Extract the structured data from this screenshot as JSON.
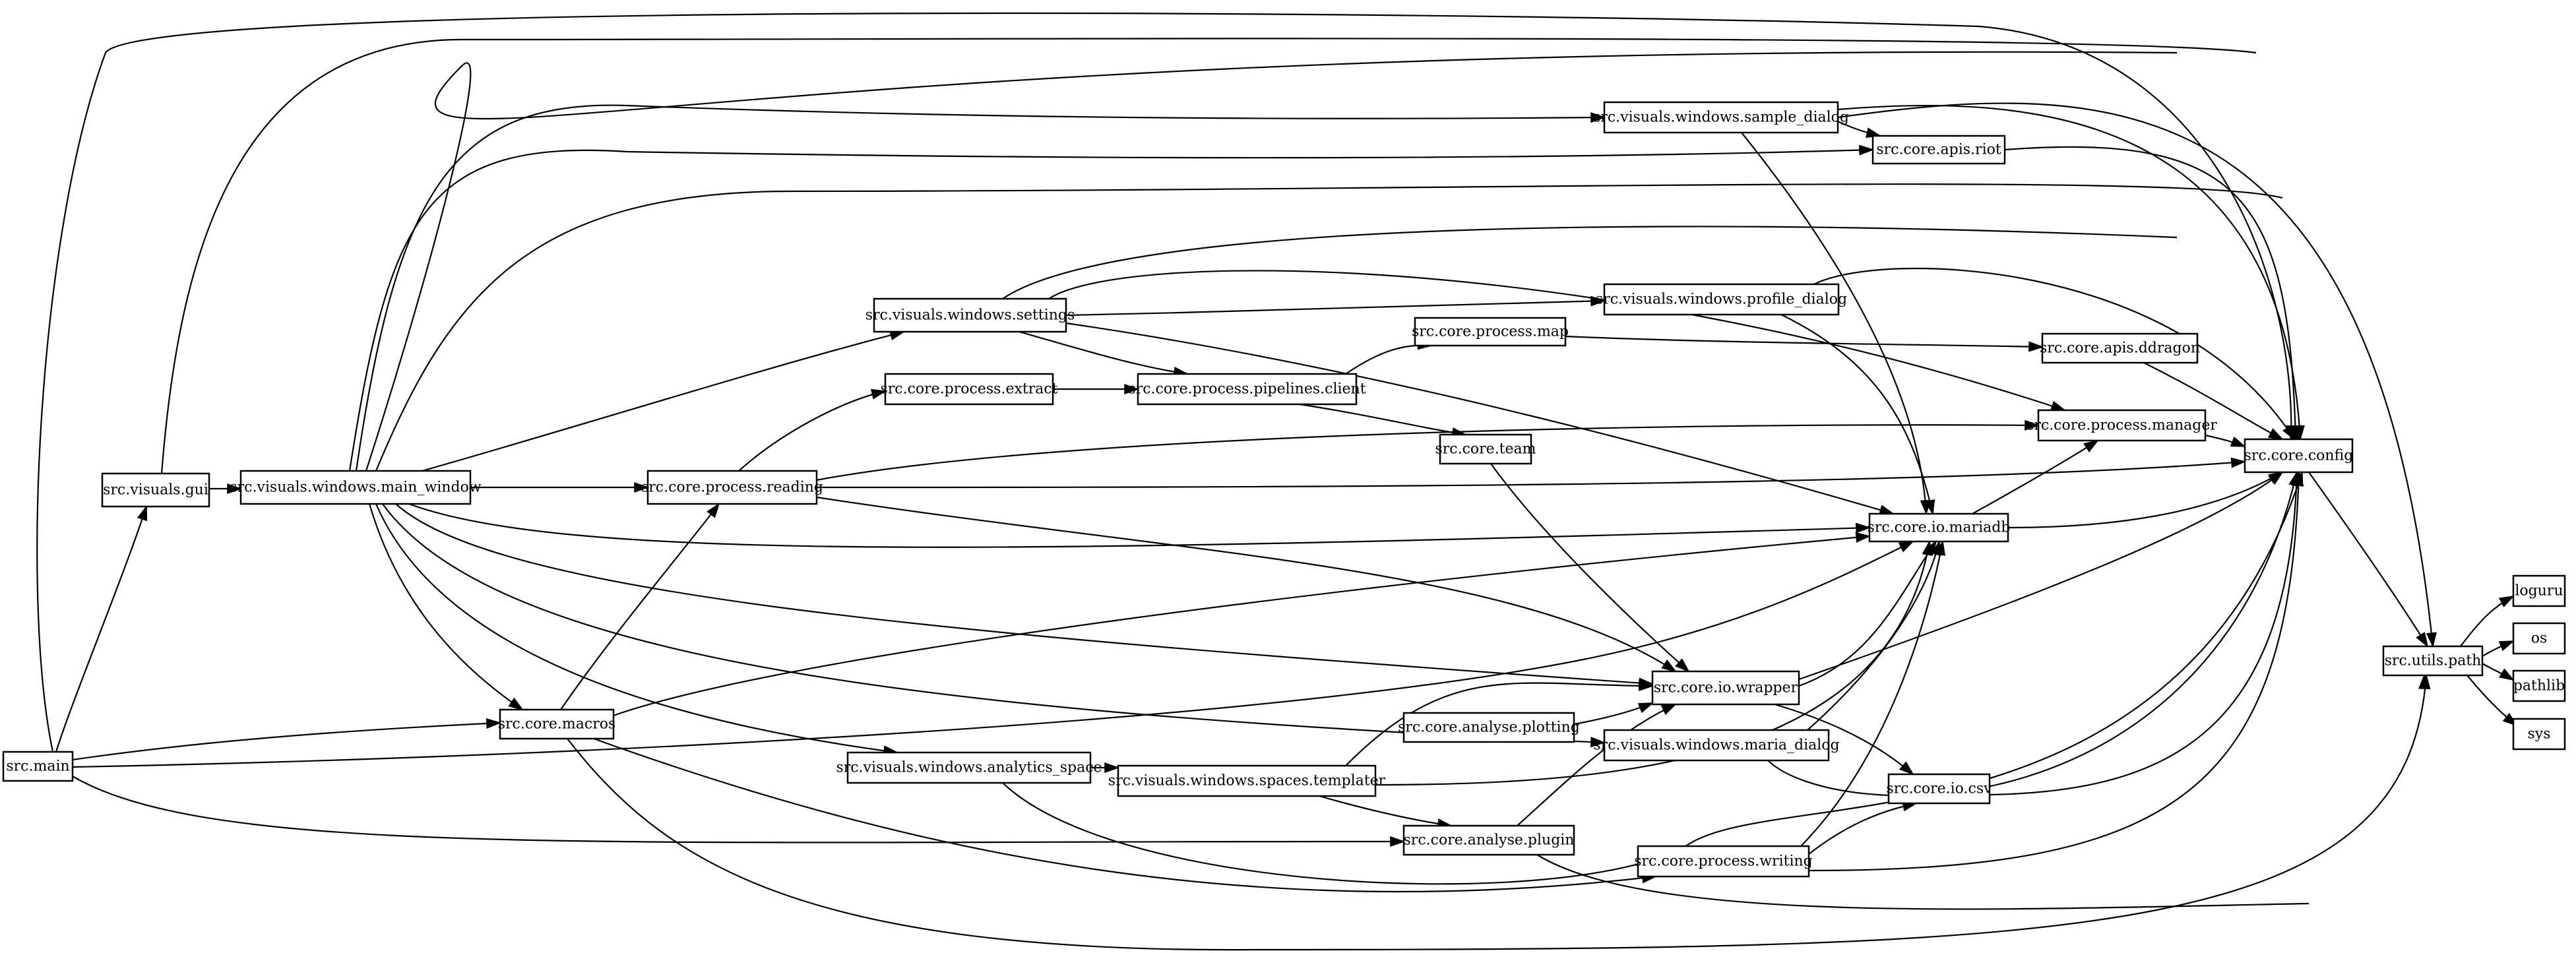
{
  "diagram": {
    "type": "dependency-graph",
    "direction": "left-to-right",
    "colors": {
      "stroke": "#000000",
      "fill": "#ffffff",
      "background": "#ffffff"
    },
    "nodes": [
      {
        "id": "main",
        "label": "src.main"
      },
      {
        "id": "gui",
        "label": "src.visuals.gui"
      },
      {
        "id": "main_window",
        "label": "src.visuals.windows.main_window"
      },
      {
        "id": "macros",
        "label": "src.core.macros"
      },
      {
        "id": "reading",
        "label": "src.core.process.reading"
      },
      {
        "id": "settings",
        "label": "src.visuals.windows.settings"
      },
      {
        "id": "extract",
        "label": "src.core.process.extract"
      },
      {
        "id": "analytics_space",
        "label": "src.visuals.windows.analytics_space"
      },
      {
        "id": "pipelines_client",
        "label": "src.core.process.pipelines.client"
      },
      {
        "id": "templater",
        "label": "src.visuals.windows.spaces.templater"
      },
      {
        "id": "process_map",
        "label": "src.core.process.map"
      },
      {
        "id": "team",
        "label": "src.core.team"
      },
      {
        "id": "plotting",
        "label": "src.core.analyse.plotting"
      },
      {
        "id": "plugin",
        "label": "src.core.analyse.plugin"
      },
      {
        "id": "sample_dialog",
        "label": "src.visuals.windows.sample_dialog"
      },
      {
        "id": "profile_dialog",
        "label": "src.visuals.windows.profile_dialog"
      },
      {
        "id": "io_wrapper",
        "label": "src.core.io.wrapper"
      },
      {
        "id": "maria_dialog",
        "label": "src.visuals.windows.maria_dialog"
      },
      {
        "id": "writing",
        "label": "src.core.process.writing"
      },
      {
        "id": "apis_riot",
        "label": "src.core.apis.riot"
      },
      {
        "id": "io_mariadb",
        "label": "src.core.io.mariadb"
      },
      {
        "id": "io_csv",
        "label": "src.core.io.csv"
      },
      {
        "id": "apis_ddragon",
        "label": "src.core.apis.ddragon"
      },
      {
        "id": "process_manager",
        "label": "src.core.process.manager"
      },
      {
        "id": "config",
        "label": "src.core.config"
      },
      {
        "id": "utils_path",
        "label": "src.utils.path"
      },
      {
        "id": "loguru",
        "label": "loguru"
      },
      {
        "id": "os",
        "label": "os"
      },
      {
        "id": "pathlib",
        "label": "pathlib"
      },
      {
        "id": "sys",
        "label": "sys"
      }
    ],
    "edges": [
      {
        "from": "main",
        "to": "gui"
      },
      {
        "from": "main",
        "to": "macros"
      },
      {
        "from": "main",
        "to": "io_mariadb"
      },
      {
        "from": "main",
        "to": "plugin"
      },
      {
        "from": "main",
        "to": "config"
      },
      {
        "from": "gui",
        "to": "main_window"
      },
      {
        "from": "gui",
        "to": "config"
      },
      {
        "from": "main_window",
        "to": "reading"
      },
      {
        "from": "main_window",
        "to": "settings"
      },
      {
        "from": "main_window",
        "to": "macros"
      },
      {
        "from": "main_window",
        "to": "analytics_space"
      },
      {
        "from": "main_window",
        "to": "io_mariadb"
      },
      {
        "from": "main_window",
        "to": "io_wrapper"
      },
      {
        "from": "main_window",
        "to": "maria_dialog"
      },
      {
        "from": "main_window",
        "to": "sample_dialog"
      },
      {
        "from": "main_window",
        "to": "apis_riot"
      },
      {
        "from": "main_window",
        "to": "config"
      },
      {
        "from": "main_window",
        "to": "config"
      },
      {
        "from": "reading",
        "to": "extract"
      },
      {
        "from": "reading",
        "to": "process_manager"
      },
      {
        "from": "reading",
        "to": "config"
      },
      {
        "from": "reading",
        "to": "io_wrapper"
      },
      {
        "from": "macros",
        "to": "reading"
      },
      {
        "from": "macros",
        "to": "io_mariadb"
      },
      {
        "from": "macros",
        "to": "writing"
      },
      {
        "from": "macros",
        "to": "utils_path"
      },
      {
        "from": "settings",
        "to": "pipelines_client"
      },
      {
        "from": "settings",
        "to": "profile_dialog"
      },
      {
        "from": "settings",
        "to": "io_mariadb"
      },
      {
        "from": "settings",
        "to": "process_manager"
      },
      {
        "from": "settings",
        "to": "config"
      },
      {
        "from": "extract",
        "to": "pipelines_client"
      },
      {
        "from": "pipelines_client",
        "to": "process_map"
      },
      {
        "from": "pipelines_client",
        "to": "team"
      },
      {
        "from": "process_map",
        "to": "apis_ddragon"
      },
      {
        "from": "team",
        "to": "io_wrapper"
      },
      {
        "from": "analytics_space",
        "to": "templater"
      },
      {
        "from": "analytics_space",
        "to": "config"
      },
      {
        "from": "templater",
        "to": "io_wrapper"
      },
      {
        "from": "templater",
        "to": "plugin"
      },
      {
        "from": "templater",
        "to": "io_mariadb"
      },
      {
        "from": "plotting",
        "to": "io_wrapper"
      },
      {
        "from": "plugin",
        "to": "io_wrapper"
      },
      {
        "from": "plugin",
        "to": "utils_path"
      },
      {
        "from": "sample_dialog",
        "to": "apis_riot"
      },
      {
        "from": "sample_dialog",
        "to": "io_mariadb"
      },
      {
        "from": "sample_dialog",
        "to": "config"
      },
      {
        "from": "sample_dialog",
        "to": "utils_path"
      },
      {
        "from": "apis_riot",
        "to": "config"
      },
      {
        "from": "profile_dialog",
        "to": "io_mariadb"
      },
      {
        "from": "profile_dialog",
        "to": "config"
      },
      {
        "from": "io_wrapper",
        "to": "io_mariadb"
      },
      {
        "from": "io_wrapper",
        "to": "io_csv"
      },
      {
        "from": "io_wrapper",
        "to": "config"
      },
      {
        "from": "maria_dialog",
        "to": "io_mariadb"
      },
      {
        "from": "maria_dialog",
        "to": "config"
      },
      {
        "from": "writing",
        "to": "io_mariadb"
      },
      {
        "from": "writing",
        "to": "io_csv"
      },
      {
        "from": "writing",
        "to": "config"
      },
      {
        "from": "io_mariadb",
        "to": "process_manager"
      },
      {
        "from": "io_mariadb",
        "to": "config"
      },
      {
        "from": "io_csv",
        "to": "config"
      },
      {
        "from": "apis_ddragon",
        "to": "config"
      },
      {
        "from": "process_manager",
        "to": "config"
      },
      {
        "from": "config",
        "to": "utils_path"
      },
      {
        "from": "utils_path",
        "to": "loguru"
      },
      {
        "from": "utils_path",
        "to": "os"
      },
      {
        "from": "utils_path",
        "to": "pathlib"
      },
      {
        "from": "utils_path",
        "to": "sys"
      }
    ]
  }
}
